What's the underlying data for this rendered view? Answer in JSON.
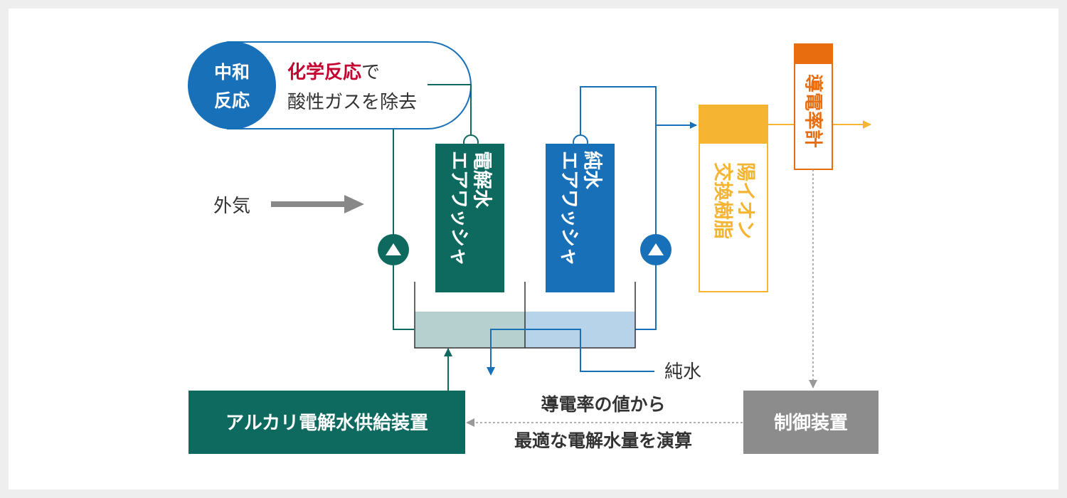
{
  "colors": {
    "dark_teal": "#0e6a5f",
    "blue": "#1870b9",
    "yellow": "#f5b432",
    "orange": "#e76d0e",
    "gray": "#8c8c8c",
    "red": "#c3002f",
    "text": "#333333",
    "water_left": "#b6cfcf",
    "water_right": "#b7d3ea"
  },
  "neutralization": {
    "badge_line1": "中和",
    "badge_line2": "反応",
    "desc_highlight": "化学反応",
    "desc_line1_rest": "で",
    "desc_line2": "酸性ガスを除去"
  },
  "outside_air": "外気",
  "electrolyzed_washer": {
    "line1": "電解水",
    "line2": "エアワッシャ"
  },
  "pure_washer": {
    "line1": "純水",
    "line2": "エアワッシャ"
  },
  "cation_resin": {
    "line1": "陽イオン",
    "line2": "交換樹脂"
  },
  "conductivity_meter": {
    "line1": "導電率",
    "line2": "計"
  },
  "pure_water_label": "純水",
  "alkaline_supply": "アルカリ電解水供給装置",
  "control_unit": "制御装置",
  "calc_text_line1": "導電率の値から",
  "calc_text_line2": "最適な電解水量を演算"
}
